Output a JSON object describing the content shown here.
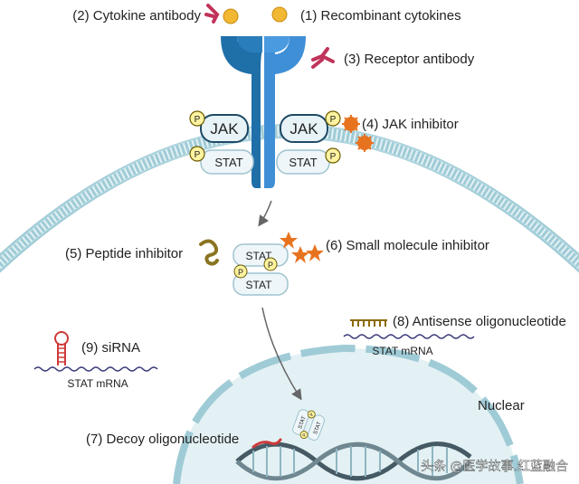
{
  "labels": {
    "cytokine_antibody": "(2) Cytokine antibody",
    "recombinant_cytokines": "(1) Recombinant cytokines",
    "receptor_antibody": "(3) Receptor antibody",
    "jak_inhibitor": "(4) JAK inhibitor",
    "peptide_inhibitor": "(5) Peptide inhibitor",
    "small_molecule_inhibitor": "(6) Small molecule inhibitor",
    "decoy_oligonucleotide": "(7) Decoy oligonucleotide",
    "antisense_oligonucleotide": "(8) Antisense oligonucleotide",
    "sirna": "(9) siRNA",
    "nuclear": "Nuclear"
  },
  "membrane_complex": {
    "jak_left": "JAK",
    "jak_right": "JAK",
    "stat_left": "STAT",
    "stat_right": "STAT",
    "phospho": "P"
  },
  "dimer": {
    "stat_top": "STAT",
    "stat_bottom": "STAT",
    "phospho": "P"
  },
  "nuclear_dimer": {
    "stat_a": "STAT",
    "stat_b": "STAT",
    "phospho": "P"
  },
  "mrna": {
    "antisense_target": "STAT mRNA",
    "sirna_target": "STAT mRNA"
  },
  "watermark": "头条 @医学故事.红蓝融合",
  "colors": {
    "receptor_dark": "#1f6fa8",
    "receptor_light": "#3f8fd6",
    "antibody": "#c0335a",
    "cytokine": "#f2b733",
    "inhibitor_orange": "#e8731f",
    "phospho_yellow": "#fff3a0",
    "stat_box": "#e8f3f7",
    "membrane": "#cfe6ec",
    "nucleus": "#e3f1f4",
    "arrow": "#666666"
  }
}
